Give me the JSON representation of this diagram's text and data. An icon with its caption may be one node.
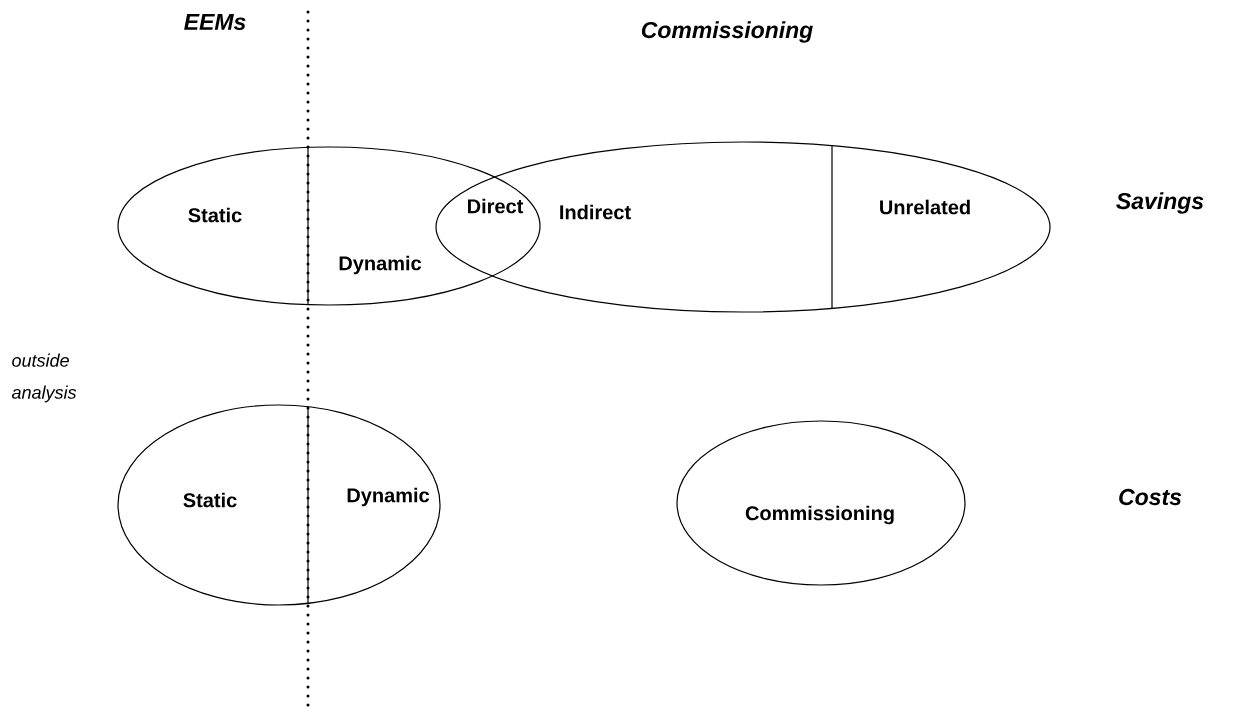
{
  "diagram": {
    "nodes": [
      {
        "text": [
          "Static",
          "Dynamic"
        ]
      },
      {
        "text": [
          "Indirect",
          "Unrelated"
        ]
      },
      {
        "text": [
          "Static",
          "Dynamic"
        ]
      },
      {
        "text": [
          "Commissioning"
        ]
      }
    ],
    "labels": [
      "EEMs",
      "Commissioning",
      "Direct",
      "Savings",
      "outside analysis",
      "Costs"
    ]
  }
}
